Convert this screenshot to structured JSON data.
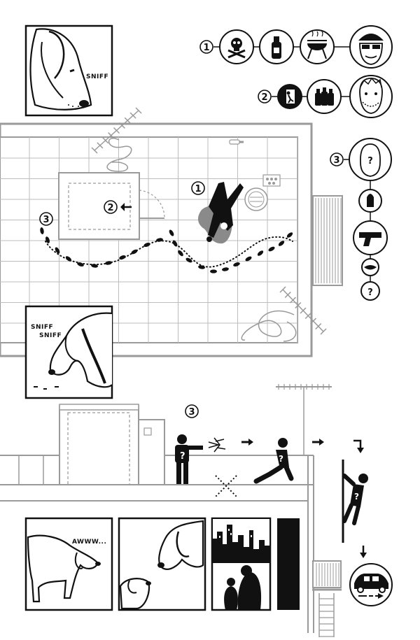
{
  "markers": {
    "one": "1",
    "two": "2",
    "three": "3"
  },
  "sfx": {
    "sniff_top": "SNIFF",
    "sniff_left_1": "SNIFF",
    "sniff_left_2": "SNIFF",
    "awww": "AWWW...",
    "suspect_mark": "?"
  },
  "icons": {
    "row1": [
      "skull-crossbones-icon",
      "bottle-icon",
      "grill-icon",
      "man-with-cap-sunglasses-icon"
    ],
    "row2": [
      "exit-door-icon",
      "three-bottles-icon",
      "bearded-man-icon"
    ],
    "column3": [
      "unknown-person-icon",
      "bullet-icon",
      "pistol-icon",
      "lips-icon",
      "question-icon"
    ]
  },
  "colors": {
    "ink": "#111111",
    "wall": "#9a9a9a",
    "shadow": "#888888"
  }
}
